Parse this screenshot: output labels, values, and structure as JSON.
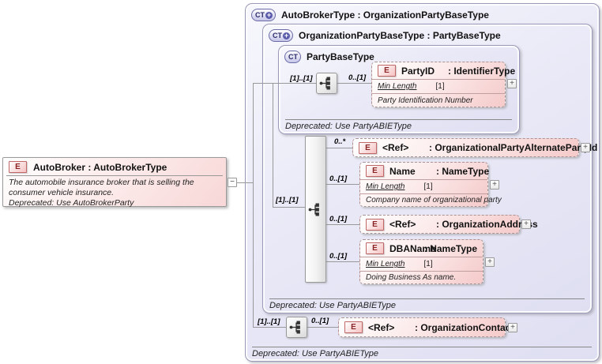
{
  "icons": {
    "element_badge": "E",
    "complextype_badge": "CT",
    "ct_plus": "+",
    "expand_plus": "+",
    "collapse_minus": "−"
  },
  "autobroker": {
    "title": "AutoBroker : AutoBrokerType",
    "description": "The automobile insurance broker that is selling the consumer vehicle insurance.",
    "deprecated": "Deprecated: Use AutoBrokerParty"
  },
  "outer_box": {
    "title": "AutoBrokerType : OrganizationPartyBaseType",
    "deprecated": "Deprecated: Use PartyABIEType"
  },
  "middle_box": {
    "title": "OrganizationPartyBaseType : PartyBaseType",
    "deprecated": "Deprecated: Use PartyABIEType"
  },
  "pbt_box": {
    "title": "PartyBaseType",
    "deprecated": "Deprecated: Use PartyABIEType"
  },
  "cardinality": {
    "pbt_seq": "[1]..[1]",
    "party_id": "0..[1]",
    "org_seq": "[1]..[1]",
    "alt_party_id": "0..*",
    "name": "0..[1]",
    "org_address": "0..[1]",
    "dba_name": "0..[1]",
    "contact_seq": "[1]..[1]",
    "org_contact": "0..[1]"
  },
  "elements": {
    "party_id": {
      "name": "PartyID",
      "type": ": IdentifierType",
      "facet_label": "Min Length",
      "facet_value": "[1]",
      "annotation": "Party Identification Number"
    },
    "alt_party_id": {
      "name": "<Ref>",
      "type": ": OrganizationalPartyAlternatePartyId"
    },
    "name": {
      "name": "Name",
      "type": ": NameType",
      "facet_label": "Min Length",
      "facet_value": "[1]",
      "annotation": "Company name of organizational party"
    },
    "org_address": {
      "name": "<Ref>",
      "type": ": OrganizationAddress"
    },
    "dba_name": {
      "name": "DBAName",
      "type": ": NameType",
      "facet_label": "Min Length",
      "facet_value": "[1]",
      "annotation": "Doing Business As name."
    },
    "org_contact": {
      "name": "<Ref>",
      "type": ": OrganizationContact"
    }
  },
  "colors": {
    "type_fill": "#e7e7f7",
    "type_border": "#9a9ab8",
    "element_fill": "#f7d4d4",
    "element_border": "#a89494",
    "line": "#999999"
  }
}
